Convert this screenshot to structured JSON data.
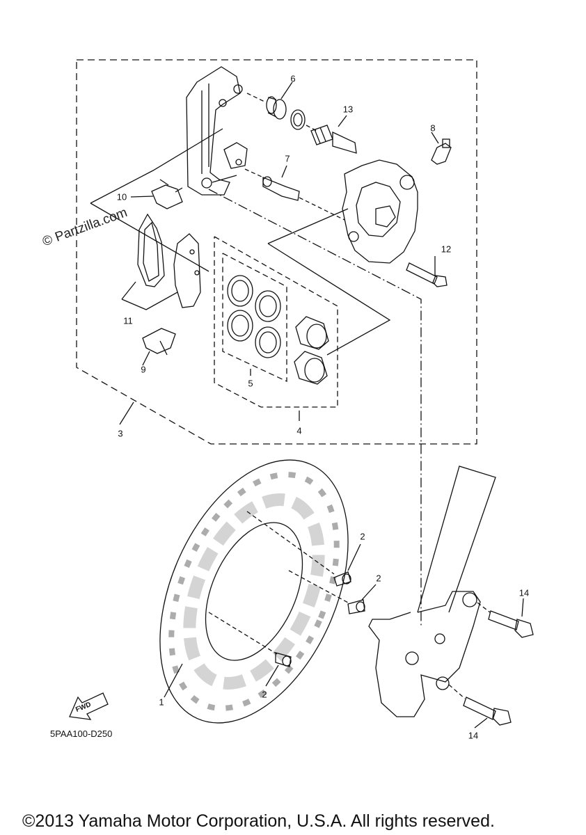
{
  "watermark": "© Partzilla.com",
  "diagram_code": "5PAA100-D250",
  "copyright": "©2013 Yamaha Motor Corporation, U.S.A. All rights reserved.",
  "fwd_label": "FWD",
  "callouts": {
    "c1": "1",
    "c2a": "2",
    "c2b": "2",
    "c2c": "2",
    "c3": "3",
    "c4": "4",
    "c5": "5",
    "c6": "6",
    "c7": "7",
    "c8": "8",
    "c9": "9",
    "c10": "10",
    "c11": "11",
    "c12": "12",
    "c13": "13",
    "c14a": "14",
    "c14b": "14"
  }
}
